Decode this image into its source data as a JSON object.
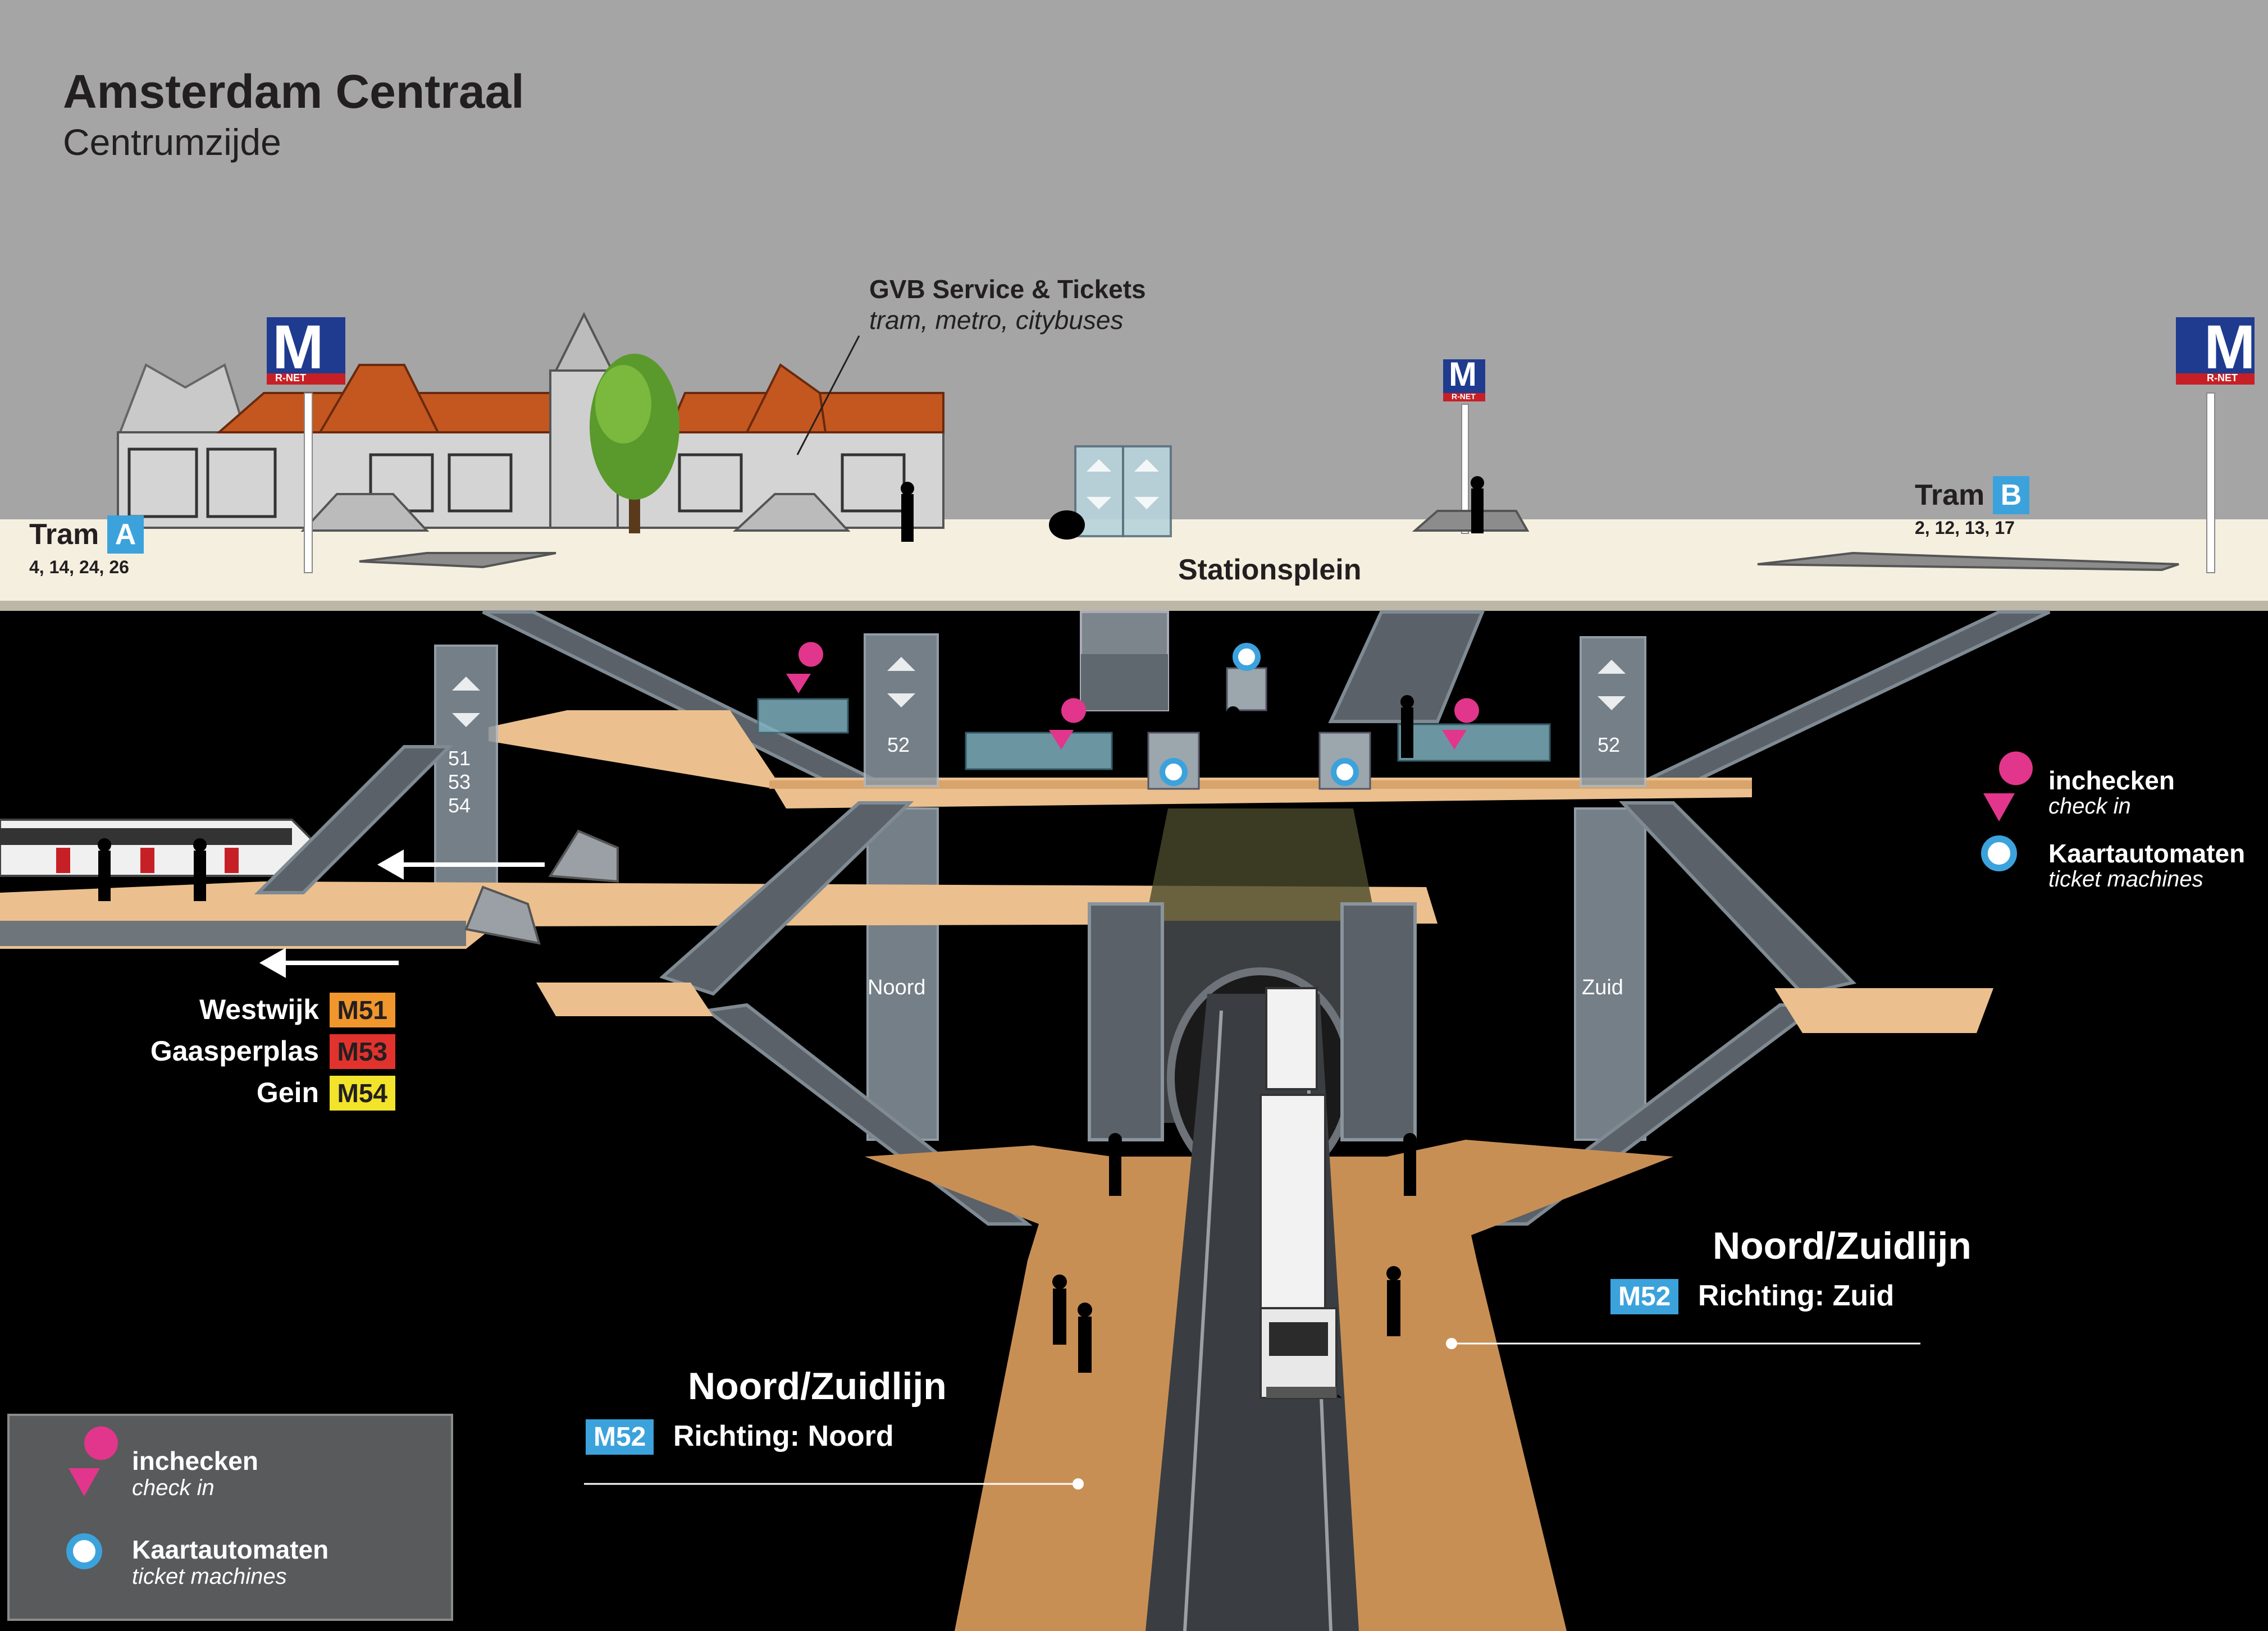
{
  "header": {
    "title": "Amsterdam Centraal",
    "subtitle": "Centrumzijde"
  },
  "service": {
    "title": "GVB Service & Tickets",
    "subtitle": "tram, metro, citybuses"
  },
  "street": {
    "name": "Stationsplein"
  },
  "tram_a": {
    "label": "Tram",
    "letter": "A",
    "lines": "4, 14, 24, 26"
  },
  "tram_b": {
    "label": "Tram",
    "letter": "B",
    "lines": "2, 12, 13, 17"
  },
  "metro_sign": {
    "letter": "M",
    "brand": "R-NET"
  },
  "elevators": {
    "east": [
      "51",
      "53",
      "54"
    ],
    "mid": "52",
    "right": "52",
    "noord": "Noord",
    "zuid": "Zuid"
  },
  "westlines": [
    {
      "dest": "Westwijk",
      "line": "M51",
      "color": "#f0962d",
      "text_color": "#231f20"
    },
    {
      "dest": "Gaasperplas",
      "line": "M53",
      "color": "#e2322e",
      "text_color": "#231f20"
    },
    {
      "dest": "Gein",
      "line": "M54",
      "color": "#f2e32b",
      "text_color": "#231f20"
    }
  ],
  "north": {
    "title": "Noord/Zuidlijn",
    "line": "M52",
    "direction": "Richting: Noord"
  },
  "south": {
    "title": "Noord/Zuidlijn",
    "line": "M52",
    "direction": "Richting: Zuid"
  },
  "legend": {
    "checkin": {
      "label": "inchecken",
      "sub": "check in"
    },
    "machines": {
      "label": "Kaartautomaten",
      "sub": "ticket machines"
    }
  },
  "colors": {
    "sky": "#a5a5a6",
    "plaza": "#f5efe0",
    "floor": "#c88f55",
    "floor_light": "#ebc08e",
    "metro_blue": "#3ca2dc",
    "checkin_pink": "#e1368c",
    "sign_blue": "#1f3b8f"
  }
}
